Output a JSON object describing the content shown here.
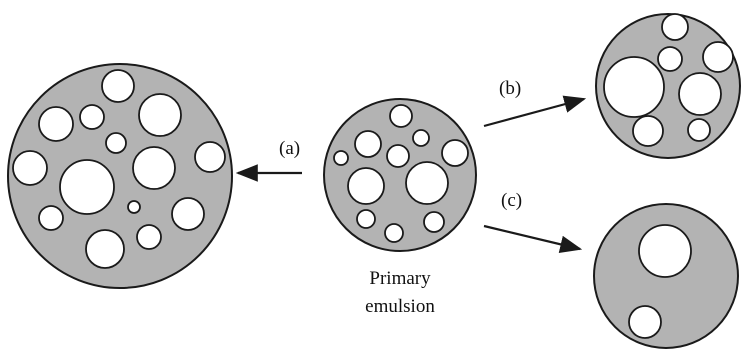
{
  "colors": {
    "droplet_fill": "#b3b3b3",
    "inner_fill": "#ffffff",
    "stroke": "#1a1a1a",
    "text": "#111111"
  },
  "labels": {
    "a": "(a)",
    "b": "(b)",
    "c": "(c)",
    "center_line1": "Primary",
    "center_line2": "emulsion"
  }
}
